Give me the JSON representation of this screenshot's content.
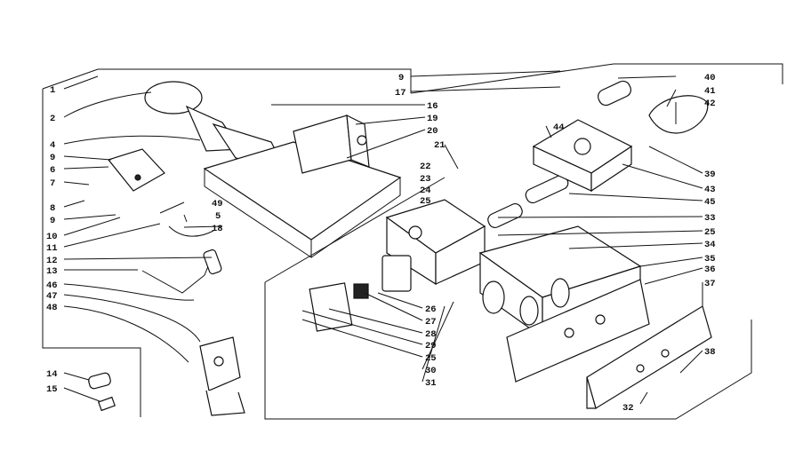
{
  "diagram": {
    "labels": {
      "p1": "1",
      "p2": "2",
      "p4": "4",
      "p6": "6",
      "p7": "7",
      "p8": "8",
      "p9a": "9",
      "p9b": "9",
      "p9c": "9",
      "p10": "10",
      "p11": "11",
      "p12": "12",
      "p13": "13",
      "p14": "14",
      "p15": "15",
      "p16": "16",
      "p17": "17",
      "p18": "18",
      "p19": "19",
      "p20": "20",
      "p21": "21",
      "p22": "22",
      "p23": "23",
      "p24": "24",
      "p25a": "25",
      "p25b": "25",
      "p25c": "25",
      "p26": "26",
      "p27": "27",
      "p28": "28",
      "p29": "29",
      "p30": "30",
      "p31": "31",
      "p32": "32",
      "p33": "33",
      "p34": "34",
      "p35": "35",
      "p36": "36",
      "p37": "37",
      "p38": "38",
      "p39": "39",
      "p40": "40",
      "p41": "41",
      "p42": "42",
      "p43": "43",
      "p44": "44",
      "p45": "45",
      "p46": "46",
      "p47": "47",
      "p48": "48",
      "p49": "49",
      "p5": "5"
    }
  }
}
